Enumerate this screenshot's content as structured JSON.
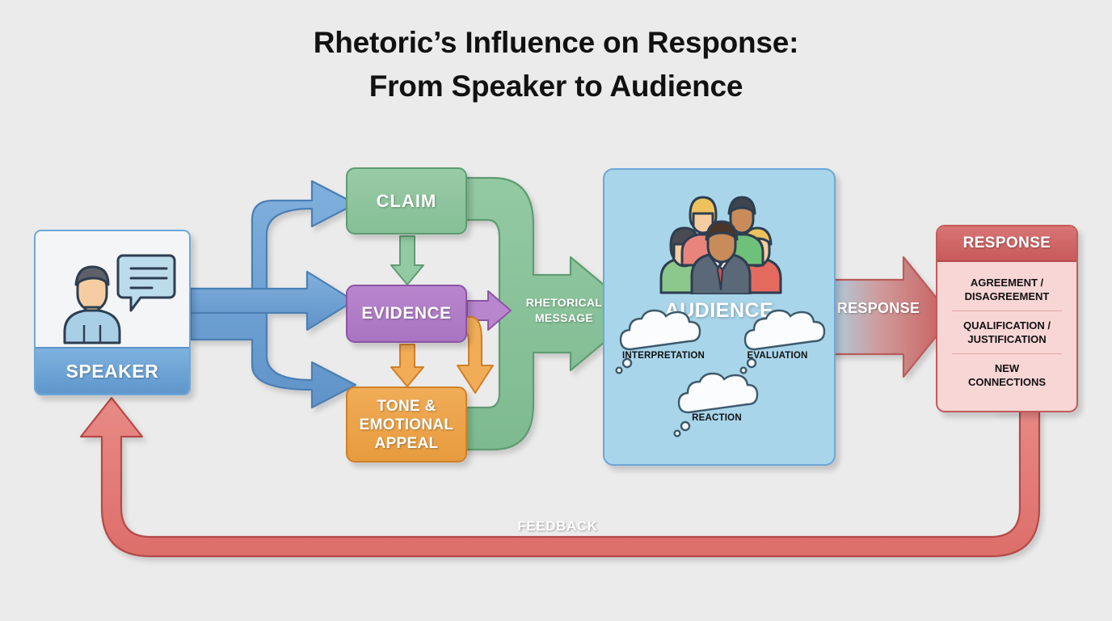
{
  "title": {
    "line1": "Rhetoric’s Influence on Response:",
    "line2": "From Speaker to Audience"
  },
  "speaker": {
    "label": "SPEAKER",
    "icon": "person-speech-bubble-icon"
  },
  "pillars": [
    {
      "id": "claim",
      "label": "CLAIM",
      "color": "#86bf96"
    },
    {
      "id": "evidence",
      "label": "EVIDENCE",
      "color": "#a974c1"
    },
    {
      "id": "tone",
      "label": "TONE &\nEMOTIONAL\nAPPEAL",
      "color": "#e89b3e"
    }
  ],
  "pillar_labels": {
    "claim": "CLAIM",
    "evidence": "EVIDENCE",
    "tone_line1": "TONE &",
    "tone_line2": "EMOTIONAL",
    "tone_line3": "APPEAL"
  },
  "flows": {
    "rhetorical_message_line1": "RHETORICAL",
    "rhetorical_message_line2": "MESSAGE",
    "response_arrow": "RESPONSE",
    "feedback": "FEEDBACK"
  },
  "audience": {
    "label": "AUDIENCE",
    "icon": "group-of-people-icon",
    "background": "#a9d5ea",
    "thoughts": [
      {
        "id": "interpretation",
        "label": "INTERPRETATION"
      },
      {
        "id": "evaluation",
        "label": "EVALUATION"
      },
      {
        "id": "reaction",
        "label": "REACTION"
      }
    ]
  },
  "response": {
    "header": "RESPONSE",
    "items": [
      "AGREEMENT /\nDISAGREEMENT",
      "QUALIFICATION /\nJUSTIFICATION",
      "NEW\nCONNECTIONS"
    ],
    "item_lines": [
      {
        "l1": "AGREEMENT /",
        "l2": "DISAGREEMENT"
      },
      {
        "l1": "QUALIFICATION /",
        "l2": "JUSTIFICATION"
      },
      {
        "l1": "NEW",
        "l2": "CONNECTIONS"
      }
    ],
    "header_color": "#c85a5a",
    "body_color": "#f9d6d6"
  },
  "colors": {
    "background": "#ebebeb",
    "speaker_blue": "#6d9fd0",
    "claim_green": "#86bf96",
    "evidence_purple": "#a974c1",
    "tone_orange": "#e89b3e",
    "audience_blue": "#a9d5ea",
    "response_red": "#c85a5a",
    "feedback_red": "#e07a76"
  }
}
